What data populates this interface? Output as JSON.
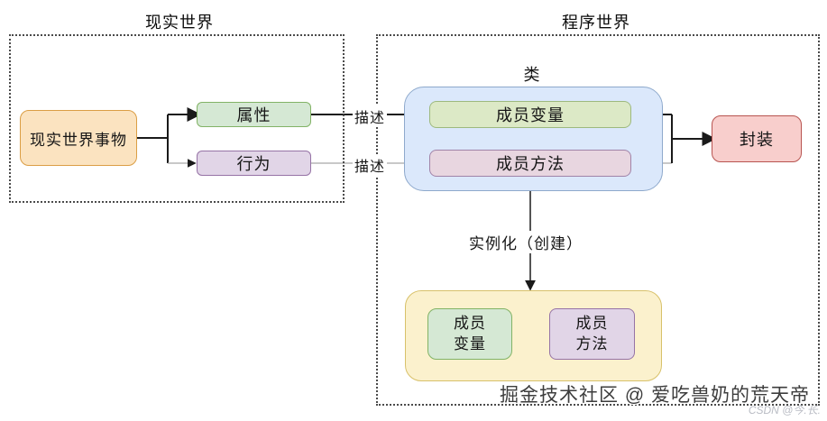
{
  "diagram": {
    "regions": {
      "real_world": {
        "title": "现实世界"
      },
      "program_world": {
        "title": "程序世界"
      }
    },
    "nodes": {
      "real_thing": "现实世界事物",
      "attribute": "属性",
      "behavior": "行为",
      "class_caption": "类",
      "member_variable": "成员变量",
      "member_method": "成员方法",
      "encapsulation": "封装",
      "object_member_variable": "成员变量",
      "object_member_method": "成员方法"
    },
    "edge_labels": {
      "describe_top": "描述",
      "describe_bottom": "描述",
      "instantiate": "实例化（创建）"
    },
    "watermarks": {
      "community": "掘金技术社区 @ 爱吃兽奶的荒天帝",
      "csdn": "CSDN @今.长."
    },
    "colors": {
      "orange_fill": "#FBE3C0",
      "orange_stroke": "#DB9E45",
      "green_fill": "#D5E8D4",
      "green_stroke": "#82B366",
      "purple_fill": "#E1D5E7",
      "purple_stroke": "#9673A6",
      "blue_fill": "#DBE8FB",
      "blue_stroke": "#8EA9CC",
      "pink_fill": "#E8D6E0",
      "pink_stroke": "#A183A8",
      "red_fill": "#F8CECC",
      "red_stroke": "#B85450",
      "yellow_fill": "#FBF1CD",
      "yellow_stroke": "#D8C16A",
      "line": "#1a1a1a",
      "line_light": "#a6a6a6"
    }
  }
}
